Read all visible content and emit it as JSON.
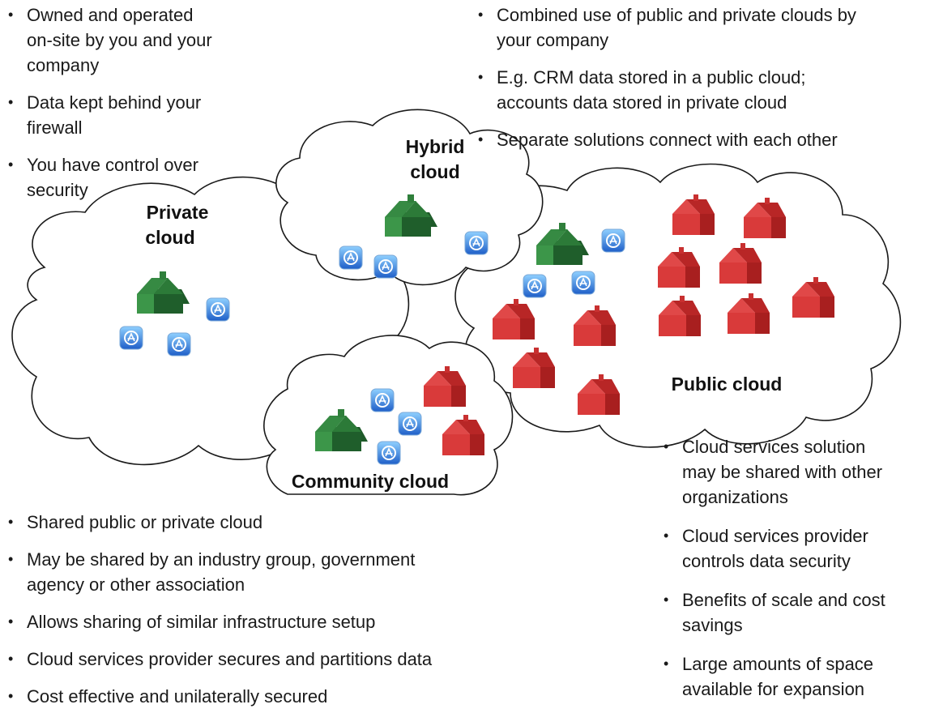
{
  "private_cloud": {
    "label_line1": "Private",
    "label_line2": "cloud",
    "bullets": [
      [
        "Owned and operated",
        "on-site by you and your",
        "company"
      ],
      [
        "Data kept behind your",
        "firewall"
      ],
      [
        "You  have control over",
        "security"
      ]
    ]
  },
  "hybrid_cloud": {
    "label_line1": "Hybrid",
    "label_line2": "cloud",
    "bullets": [
      [
        "Combined use of public and private clouds by",
        "your company"
      ],
      [
        "E.g. CRM data stored in a public cloud;",
        "accounts data stored in private cloud"
      ],
      [
        "Separate solutions connect with each other"
      ]
    ]
  },
  "public_cloud": {
    "label": "Public cloud",
    "bullets": [
      [
        "Cloud services solution",
        "may be shared with other",
        "organizations"
      ],
      [
        "Cloud services provider",
        "controls data security"
      ],
      [
        "Benefits of scale and cost",
        "savings"
      ],
      [
        "Large amounts of space",
        "available for expansion"
      ]
    ]
  },
  "community_cloud": {
    "label": "Community cloud",
    "bullets": [
      [
        "Shared public or private cloud"
      ],
      [
        "May be shared by an industry group, government",
        "agency or other association"
      ],
      [
        "Allows sharing of similar infrastructure setup"
      ],
      [
        "Cloud services provider secures and partitions data"
      ],
      [
        "Cost effective and unilaterally secured"
      ]
    ]
  },
  "colors": {
    "private_house": "#2e7d3a",
    "public_house": "#d93a3a",
    "app_icon": "#3a86e0"
  },
  "icons": {
    "private_house": "green-house-icon",
    "public_house": "red-house-icon",
    "app": "app-store-icon"
  }
}
